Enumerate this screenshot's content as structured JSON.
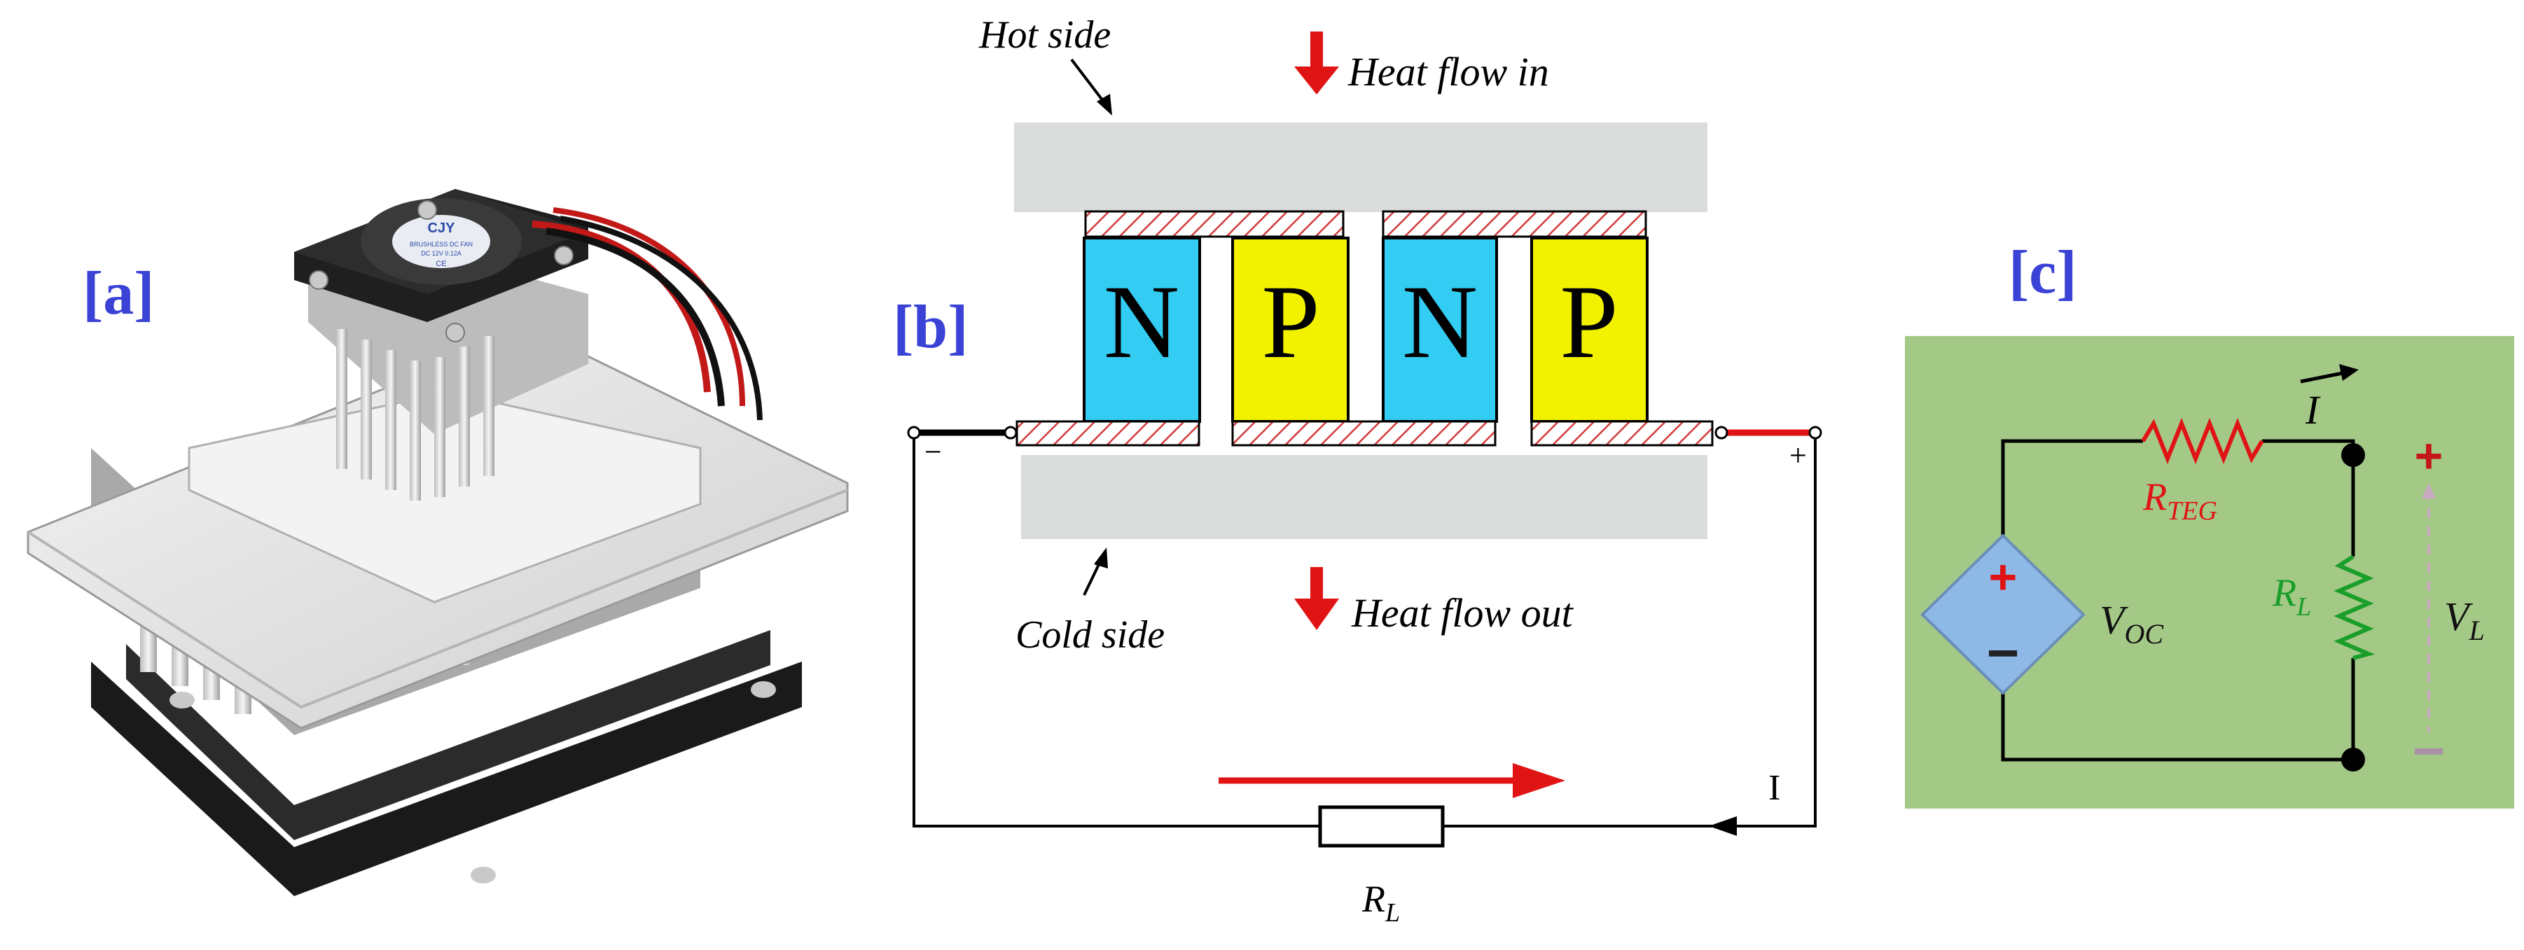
{
  "panels": {
    "a": {
      "label": "[a]",
      "device": {
        "fan_brand": "CJY",
        "fan_text": "BRUSHLESS DC FAN",
        "fan_rating": "DC 12V 0.12A",
        "fan_mark": "CE"
      }
    },
    "b": {
      "label": "[b]",
      "hot_side": "Hot side",
      "cold_side": "Cold side",
      "heat_in": "Heat flow in",
      "heat_out": "Heat flow out",
      "legs": [
        "N",
        "P",
        "N",
        "P"
      ],
      "minus": "−",
      "plus": "+",
      "current": "I",
      "load_main": "R",
      "load_sub": "L"
    },
    "c": {
      "label": "[c]",
      "current": "I",
      "r_teg_main": "R",
      "r_teg_sub": "TEG",
      "rl_main": "R",
      "rl_sub": "L",
      "voc_main": "V",
      "voc_sub": "OC",
      "vl_main": "V",
      "vl_sub": "L",
      "src_plus": "+",
      "src_minus": "−",
      "out_plus": "+",
      "out_minus": "−"
    }
  },
  "colors": {
    "panel_label": "#3a43d6",
    "n_leg": "#33ccf2",
    "p_leg": "#f2f200",
    "plate": "#d9dcdb",
    "arrow_red": "#e01414",
    "circuit_bg": "#a4c987",
    "source_fill": "#8eb8e6",
    "r_teg": "#e01414",
    "r_load": "#1a9e2a"
  }
}
